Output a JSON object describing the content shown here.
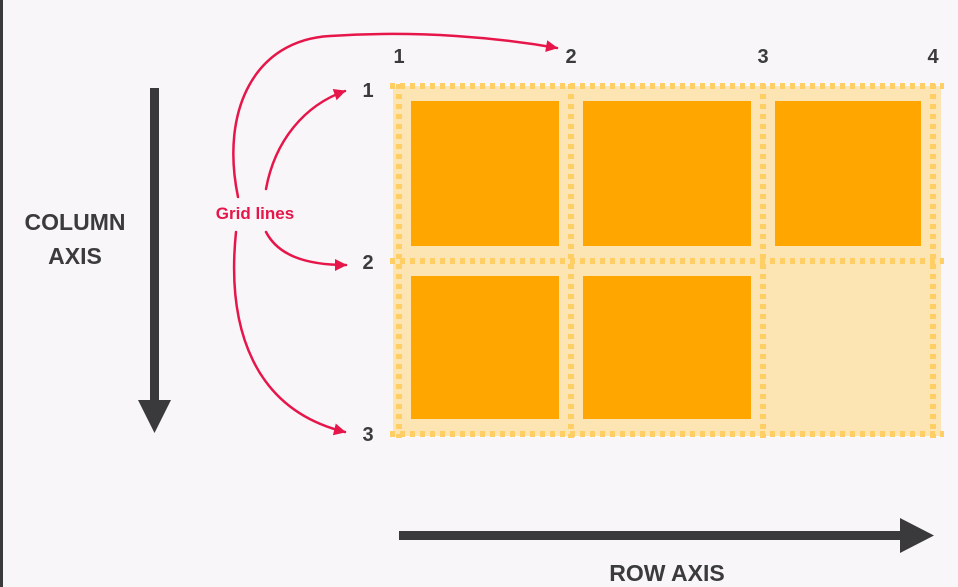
{
  "labels": {
    "column_axis_line1": "COLUMN",
    "column_axis_line2": "AXIS",
    "row_axis": "ROW AXIS",
    "grid_lines": "Grid lines"
  },
  "column_line_numbers": [
    "1",
    "2",
    "3",
    "4"
  ],
  "row_line_numbers": [
    "1",
    "2",
    "3"
  ],
  "grid": {
    "columns": 3,
    "rows": 2,
    "filled_cells": [
      {
        "row": 1,
        "col": 1
      },
      {
        "row": 1,
        "col": 2
      },
      {
        "row": 1,
        "col": 3
      },
      {
        "row": 2,
        "col": 1
      },
      {
        "row": 2,
        "col": 2
      }
    ]
  },
  "colors": {
    "background": "#f8f6f9",
    "item": "#ffa600",
    "track": "#fde5b3",
    "grid_line": "#ffcf66",
    "axis": "#3a3a3c",
    "accent": "#e6164a",
    "text": "#3b3b3d"
  }
}
